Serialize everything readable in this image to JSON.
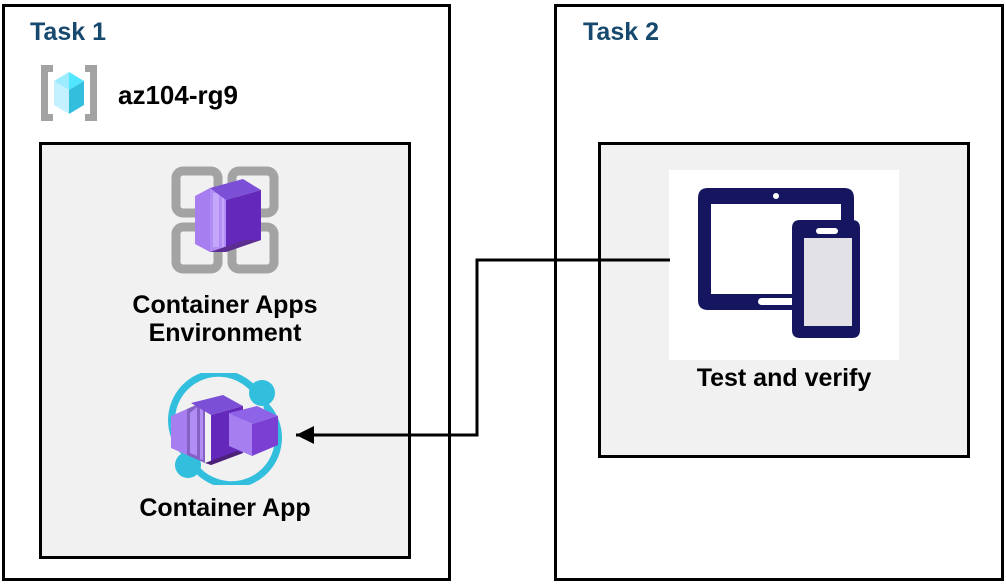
{
  "diagram": {
    "title": "Azure Container Apps lab diagram",
    "background": "#ffffff",
    "colors": {
      "task_label": "#17496f",
      "panel_border": "#000000",
      "inner_fill": "#f1f1f1",
      "container_purple": "#8661c5",
      "container_purple_dark": "#5c2e91",
      "container_purple_light": "#a67ef0",
      "accent_cyan": "#32bedd",
      "resource_group_cyan": "#50e6ff",
      "device_navy": "#161660",
      "connector": "#000000"
    }
  },
  "tasks": [
    {
      "id": "task1",
      "label": "Task 1",
      "resource_group": {
        "icon": "resource-group-icon",
        "name": "az104-rg9"
      },
      "nodes": [
        {
          "id": "container-apps-environment",
          "icon": "container-apps-environment-icon",
          "caption": "Container Apps\nEnvironment"
        },
        {
          "id": "container-app",
          "icon": "container-app-icon",
          "caption": "Container App"
        }
      ]
    },
    {
      "id": "task2",
      "label": "Task 2",
      "nodes": [
        {
          "id": "test-and-verify",
          "icon": "devices-test-icon",
          "caption": "Test and verify"
        }
      ]
    }
  ],
  "connector": {
    "from": "test-and-verify",
    "to": "container-app",
    "arrow_direction": "left",
    "style": "orthogonal-elbow"
  }
}
